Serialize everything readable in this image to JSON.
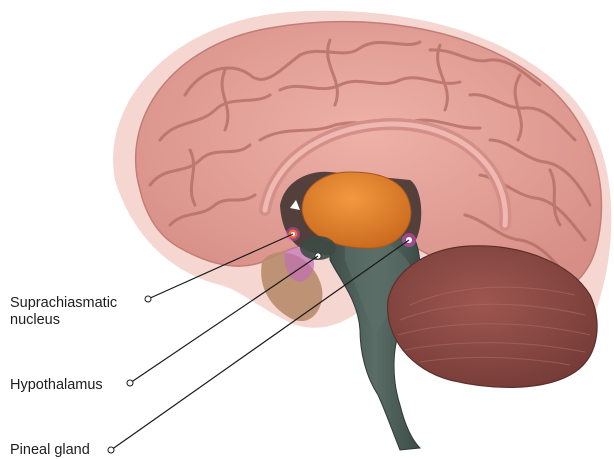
{
  "labels": {
    "suprachiasmatic_line1": "Suprachiasmatic",
    "suprachiasmatic_line2": "nucleus",
    "hypothalamus": "Hypothalamus",
    "pineal_gland": "Pineal gland"
  },
  "colors": {
    "cortex": "#e6a29a",
    "cortex_dark": "#b86e66",
    "halo": "#f4cfc8",
    "thalamus": "#e8862f",
    "brainstem": "#4b5d57",
    "cerebellum": "#8c4a45",
    "marker_highlight": "#e24ec8",
    "leader_line": "#1a1a1a"
  }
}
